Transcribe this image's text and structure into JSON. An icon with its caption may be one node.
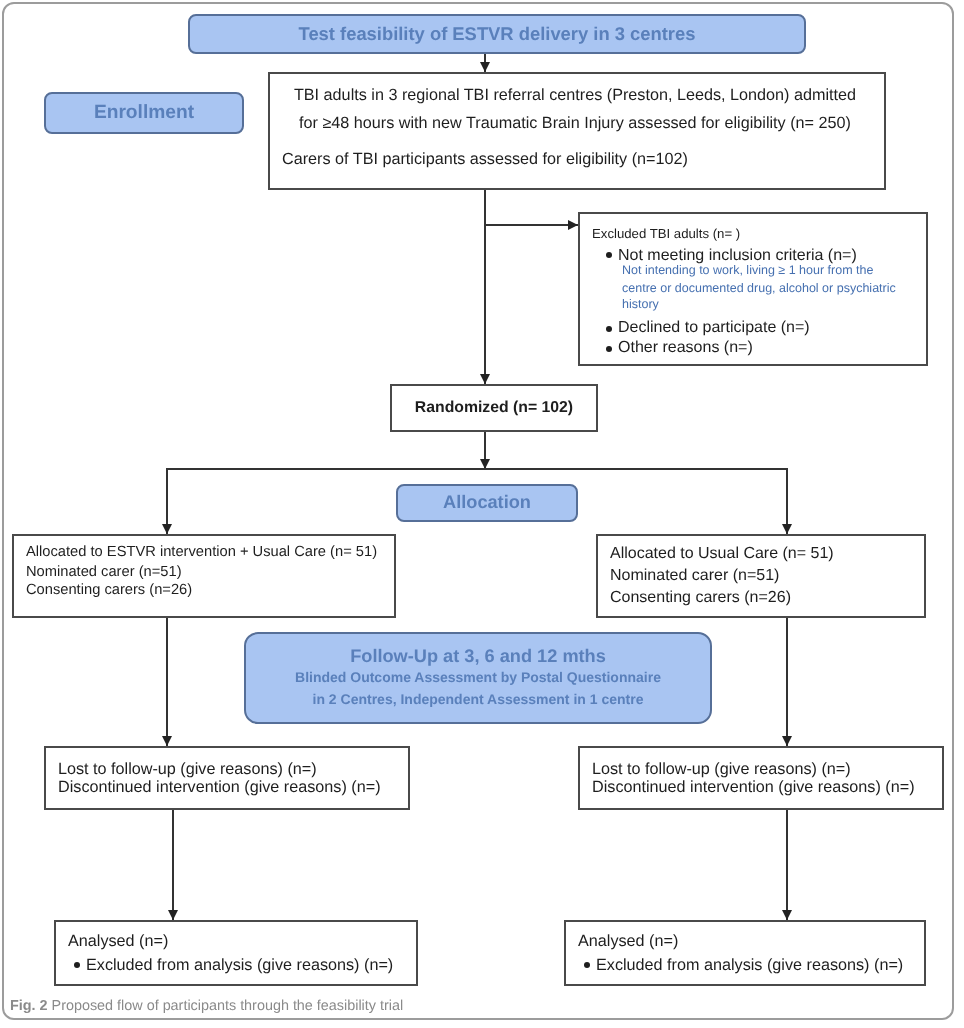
{
  "diagram": {
    "caption": "**Fig. 2** Proposed flow of participants through the feasibility trial",
    "nodes": [
      {
        "text": [
          "Test feasibility of ESTVR delivery in 3 centres"
        ]
      },
      {
        "text": [
          "Enrollment"
        ]
      },
      {
        "text": [
          "TBI adults in 3 regional TBI referral centres (Preston, Leeds, London) admitted for ≥48 hours with new Traumatic Brain Injury assessed for eligibility (n= 250)",
          "Carers of TBI participants assessed for eligibility (n=102)"
        ]
      },
      {
        "text": [
          "Excluded TBI adults (n= )",
          "Not meeting inclusion criteria (n=)",
          "Not intending to work, living ≥ 1 hour from the centre or documented drug, alcohol or psychiatric history",
          "Declined to participate (n=)",
          "Other reasons (n=)"
        ]
      },
      {
        "text": [
          "Randomized (n= 102)"
        ]
      },
      {
        "text": [
          "Allocation"
        ]
      },
      {
        "text": [
          "Allocated to ESTVR intervention + Usual Care (n= 51)",
          "Nominated carer (n=51)",
          "Consenting carers (n=26)"
        ]
      },
      {
        "text": [
          "Allocated to Usual Care (n= 51)",
          "Nominated carer (n=51)",
          "Consenting carers (n=26)"
        ]
      },
      {
        "text": [
          "Follow-Up at 3, 6 and 12 mths",
          "Blinded Outcome Assessment by Postal Questionnaire in 2 Centres, Independent Assessment in 1 centre"
        ]
      },
      {
        "text": [
          "Lost to follow-up (give reasons) (n=)",
          "Discontinued intervention (give reasons) (n=)"
        ]
      },
      {
        "text": [
          "Lost to follow-up (give reasons) (n=)",
          "Discontinued intervention (give reasons) (n=)"
        ]
      },
      {
        "text": [
          "Analysed (n=)",
          "Excluded from analysis (give reasons) (n=)"
        ]
      },
      {
        "text": [
          "Analysed (n=)",
          "Excluded from analysis (give reasons) (n=)"
        ]
      }
    ],
    "edges": [
      {
        "from": 0,
        "to": 2,
        "arrow": "to"
      },
      {
        "from": 2,
        "to": 4,
        "arrow": "to"
      },
      {
        "from": 2,
        "to": 3,
        "arrow": "to"
      },
      {
        "from": 4,
        "to": 6,
        "arrow": "to"
      },
      {
        "from": 4,
        "to": 7,
        "arrow": "to"
      },
      {
        "from": 6,
        "to": 9,
        "arrow": "to"
      },
      {
        "from": 7,
        "to": 10,
        "arrow": "to"
      },
      {
        "from": 9,
        "to": 11,
        "arrow": "to"
      },
      {
        "from": 10,
        "to": 12,
        "arrow": "to"
      }
    ]
  }
}
